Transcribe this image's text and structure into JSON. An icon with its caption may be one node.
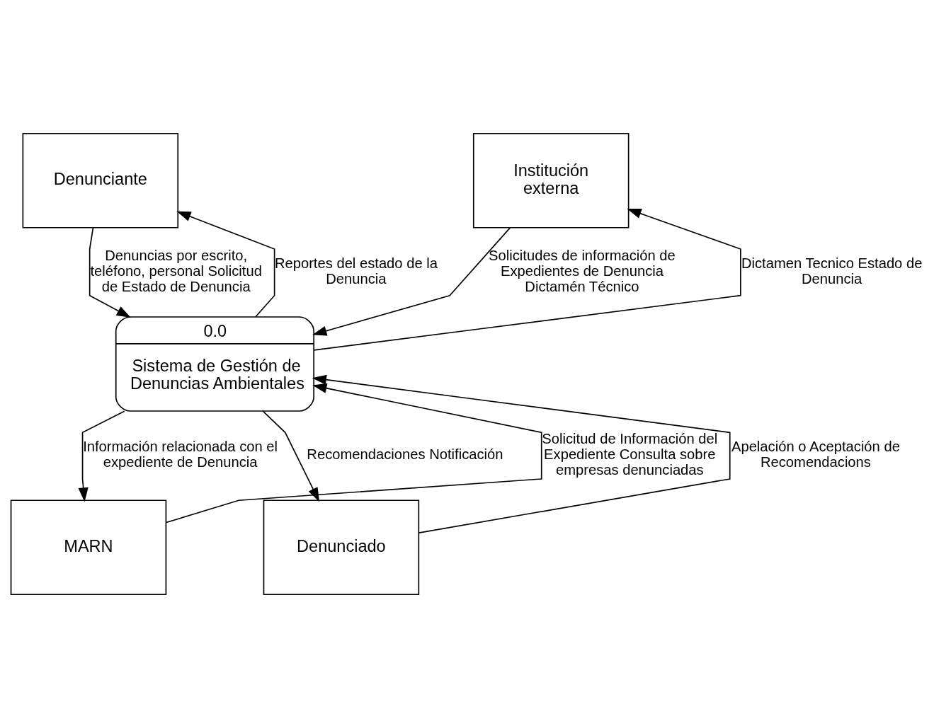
{
  "diagram": {
    "nodes": [
      {
        "text": [
          "Denunciante"
        ]
      },
      {
        "text": [
          "Institución externa"
        ]
      },
      {
        "text": [
          "0.0",
          "Sistema de Gestión de Denuncias Ambientales"
        ]
      },
      {
        "text": [
          "MARN"
        ]
      },
      {
        "text": [
          "Denunciado"
        ]
      }
    ],
    "edges": [
      {
        "from": 2,
        "to": 0,
        "arrow": "to",
        "label": "Reportes del estado de la Denuncia"
      },
      {
        "from": 2,
        "to": 1,
        "arrow": "to",
        "label": "Dictamen Tecnico Estado de Denuncia"
      },
      {
        "from": 0,
        "to": 2,
        "arrow": "to",
        "label": "Denuncias por escrito, teléfono, personal Solicitud de Estado de Denuncia"
      },
      {
        "from": 1,
        "to": 2,
        "arrow": "to",
        "label": "Solicitudes de información de Expedientes de Denuncia Dictamén Técnico"
      },
      {
        "from": 3,
        "to": 2,
        "arrow": "to",
        "label": "Solicitud de Información del Expediente Consulta sobre empresas denunciadas"
      },
      {
        "from": 4,
        "to": 2,
        "arrow": "to",
        "label": "Apelación o Aceptación de Recomendacions"
      },
      {
        "from": 2,
        "to": 3,
        "arrow": "to",
        "label": "Información relacionada con el expediente de Denuncia"
      },
      {
        "from": 2,
        "to": 4,
        "arrow": "to",
        "label": "Recomendaciones Notificación"
      }
    ]
  }
}
